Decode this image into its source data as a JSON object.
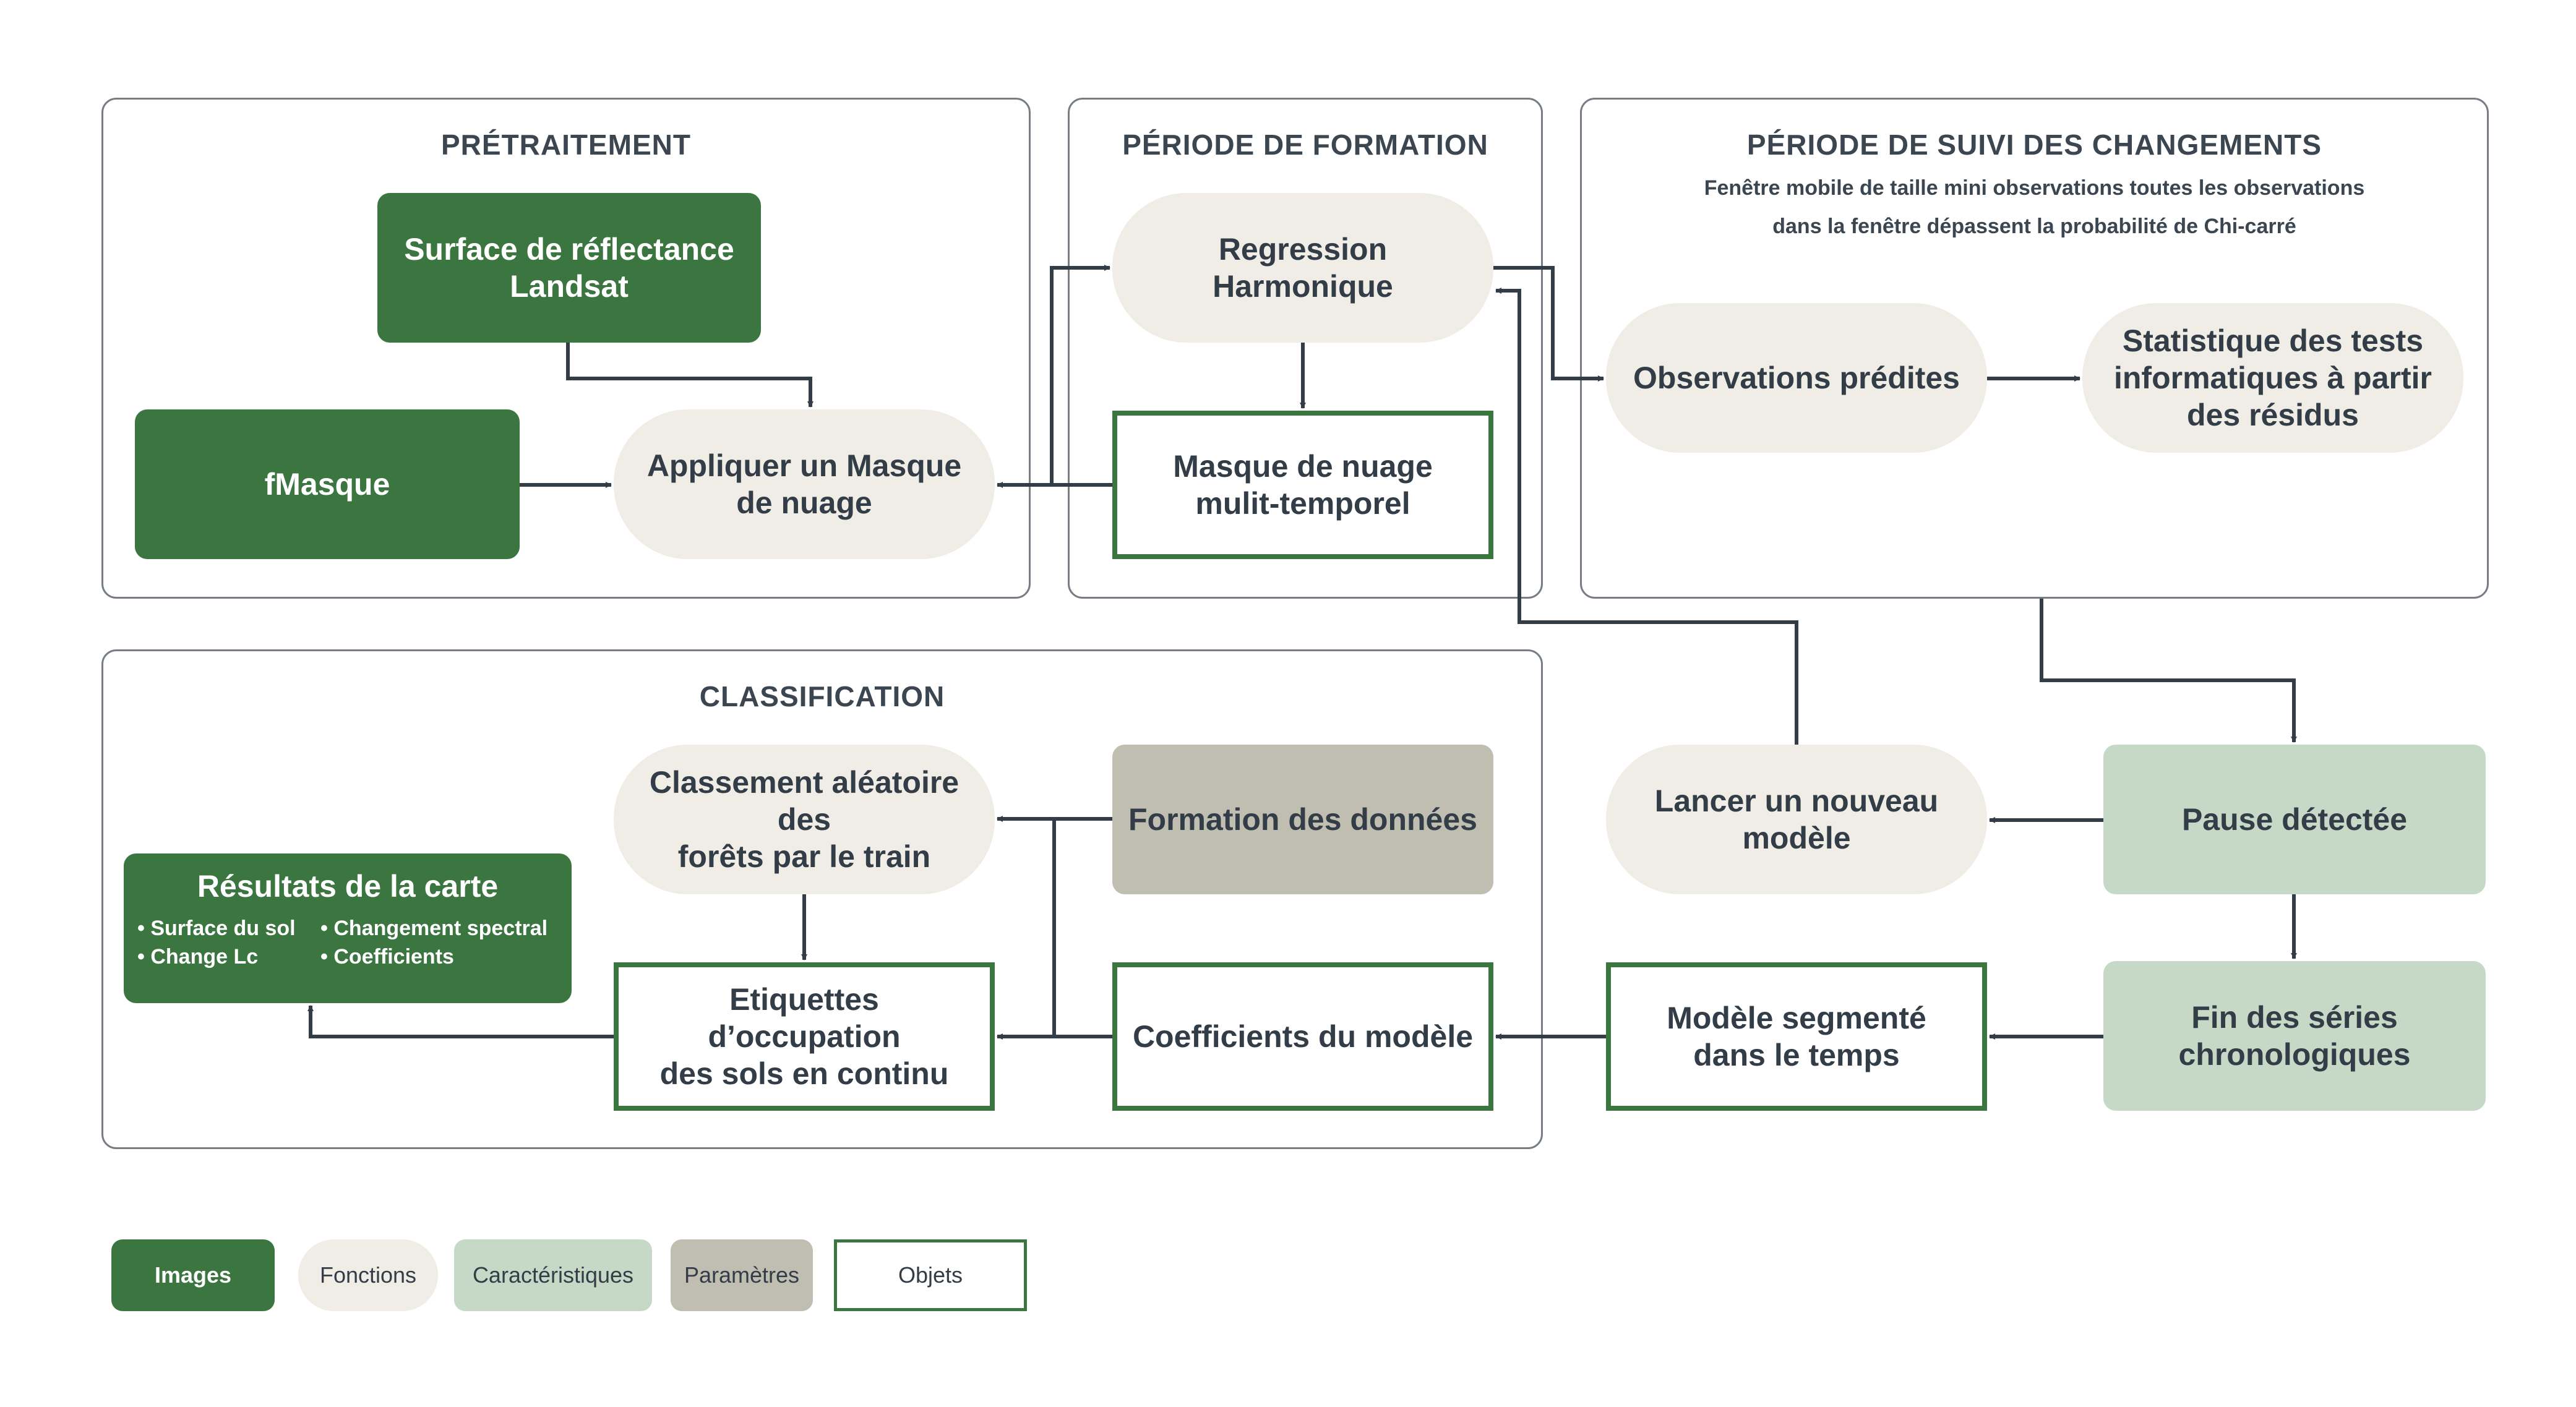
{
  "colors": {
    "images": "#3b7641",
    "fonctions": "#efede5",
    "caracteristiques": "#c5d9c6",
    "parametres": "#c0bdb1",
    "objets_border": "#3b7641",
    "arrows": "#333d47",
    "section_border": "#777d84"
  },
  "sections": {
    "pretraitement": "PRÉTRAITEMENT",
    "formation": "PÉRIODE DE FORMATION",
    "suivi": "PÉRIODE DE SUIVI DES CHANGEMENTS",
    "suivi_sub1": "Fenêtre mobile de taille mini observations toutes les observations",
    "suivi_sub2": "dans la fenêtre dépassent la probabilité de Chi-carré",
    "classification": "CLASSIFICATION"
  },
  "nodes": {
    "surface_l1": "Surface de réflectance",
    "surface_l2": "Landsat",
    "fmasque": "fMasque",
    "appliquer_l1": "Appliquer un Masque",
    "appliquer_l2": "de nuage",
    "regression_l1": "Regression",
    "regression_l2": "Harmonique",
    "masque_l1": "Masque de nuage",
    "masque_l2": "mulit-temporel",
    "obs_predites": "Observations prédites",
    "stat_l1": "Statistique des tests",
    "stat_l2": "informatiques à partir",
    "stat_l3": "des résidus",
    "classement_l1": "Classement aléatoire des",
    "classement_l2": "forêts par le train",
    "formation_donnees": "Formation des données",
    "lancer_l1": "Lancer un nouveau",
    "lancer_l2": "modèle",
    "pause": "Pause détectée",
    "etiquettes_l1": "Etiquettes d’occupation",
    "etiquettes_l2": "des sols en continu",
    "coefficients": "Coefficients du modèle",
    "modele_l1": "Modèle segmenté",
    "modele_l2": "dans le temps",
    "fin_l1": "Fin des séries",
    "fin_l2": "chronologiques"
  },
  "results": {
    "title": "Résultats de la carte",
    "bullets": [
      "• Surface du sol",
      "• Changement spectral",
      "• Change Lc",
      "• Coefficients"
    ]
  },
  "legend": {
    "images": "Images",
    "fonctions": "Fonctions",
    "caracteristiques": "Caractéristiques",
    "parametres": "Paramètres",
    "objets": "Objets"
  }
}
